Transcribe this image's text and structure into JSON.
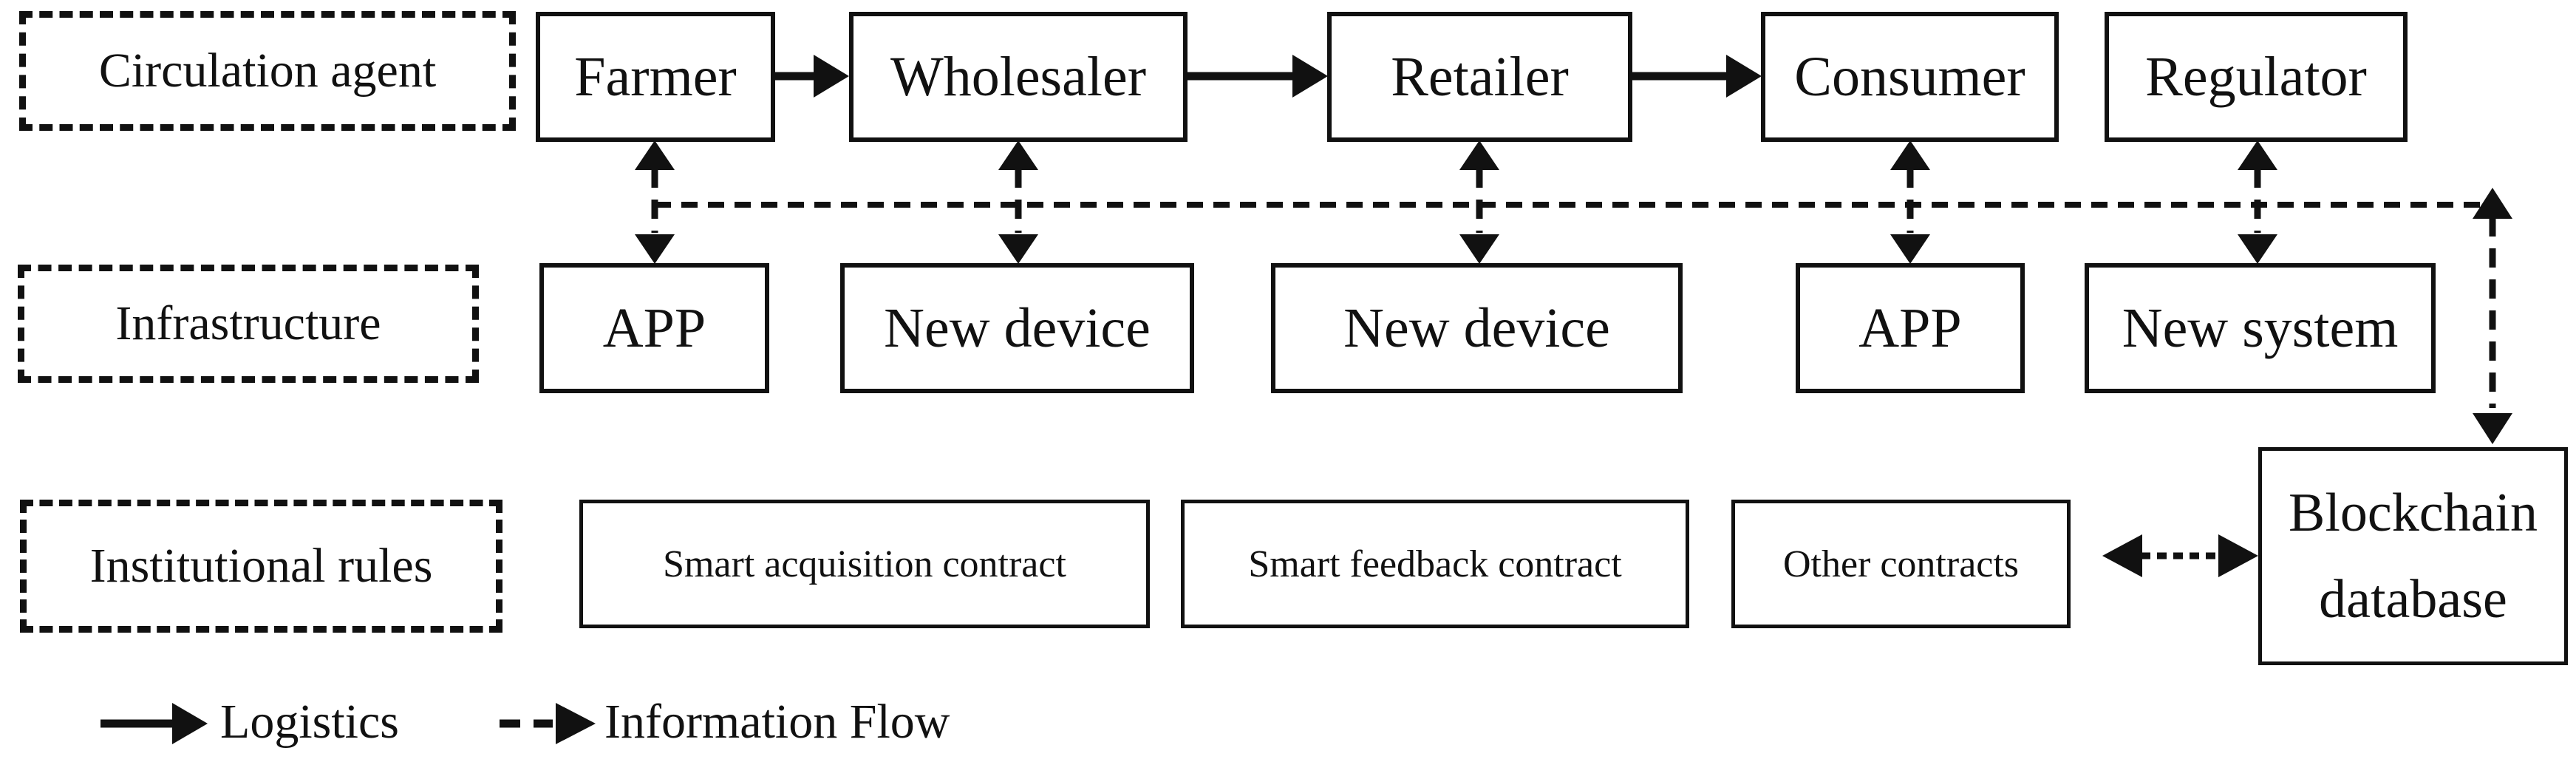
{
  "diagram": {
    "row_labels": {
      "circulation": "Circulation agent",
      "infrastructure": "Infrastructure",
      "institutional": "Institutional rules"
    },
    "agents": [
      {
        "label": "Farmer"
      },
      {
        "label": "Wholesaler"
      },
      {
        "label": "Retailer"
      },
      {
        "label": "Consumer"
      },
      {
        "label": "Regulator"
      }
    ],
    "infrastructure_items": [
      {
        "label": "APP"
      },
      {
        "label": "New device"
      },
      {
        "label": "New device"
      },
      {
        "label": "APP"
      },
      {
        "label": "New system"
      }
    ],
    "contracts": [
      {
        "label": "Smart acquisition contract"
      },
      {
        "label": "Smart feedback contract"
      },
      {
        "label": "Other contracts"
      }
    ],
    "database": {
      "line1": "Blockchain",
      "line2": "database"
    },
    "legend": {
      "logistics": "Logistics",
      "information_flow": "Information Flow"
    },
    "colors": {
      "ink": "#111111",
      "background": "#ffffff"
    }
  }
}
